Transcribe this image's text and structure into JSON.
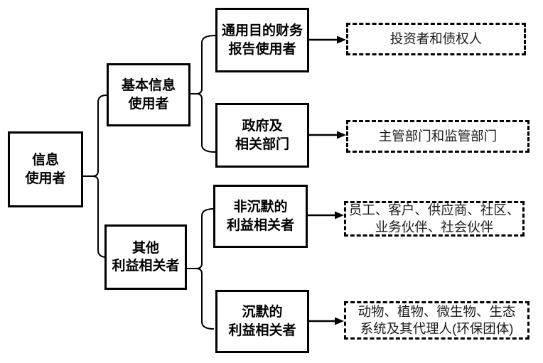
{
  "colors": {
    "background": "#ffffff",
    "line": "#000000",
    "solid_box_text": "#000000",
    "dashed_box_text": "#1c1c1c"
  },
  "nodes": {
    "root": "信息\n使用者",
    "basic_info_users": "基本信息\n使用者",
    "other_stakeholders": "其他\n利益相关者",
    "general_purpose_report_users": "通用目的财务\n报告使用者",
    "government_departments": "政府及\n相关部门",
    "non_silent_stakeholders": "非沉默的\n利益相关者",
    "silent_stakeholders": "沉默的\n利益相关者",
    "investors_creditors": "投资者和债权人",
    "regulators": "主管部门和监管部门",
    "non_silent_examples": "员工、客户、供应商、社区、\n业务伙伴、社会伙伴",
    "silent_examples": "动物、植物、微生物、生态\n系统及其代理人(环保团体)"
  },
  "hierarchy": [
    {
      "parent": "信息使用者",
      "children": [
        {
          "parent": "基本信息使用者",
          "children": [
            {
              "node": "通用目的财务报告使用者",
              "points_to": "投资者和债权人"
            },
            {
              "node": "政府及相关部门",
              "points_to": "主管部门和监管部门"
            }
          ]
        },
        {
          "parent": "其他利益相关者",
          "children": [
            {
              "node": "非沉默的利益相关者",
              "points_to": "员工、客户、供应商、社区、业务伙伴、社会伙伴"
            },
            {
              "node": "沉默的利益相关者",
              "points_to": "动物、植物、微生物、生态系统及其代理人(环保团体)"
            }
          ]
        }
      ]
    }
  ]
}
